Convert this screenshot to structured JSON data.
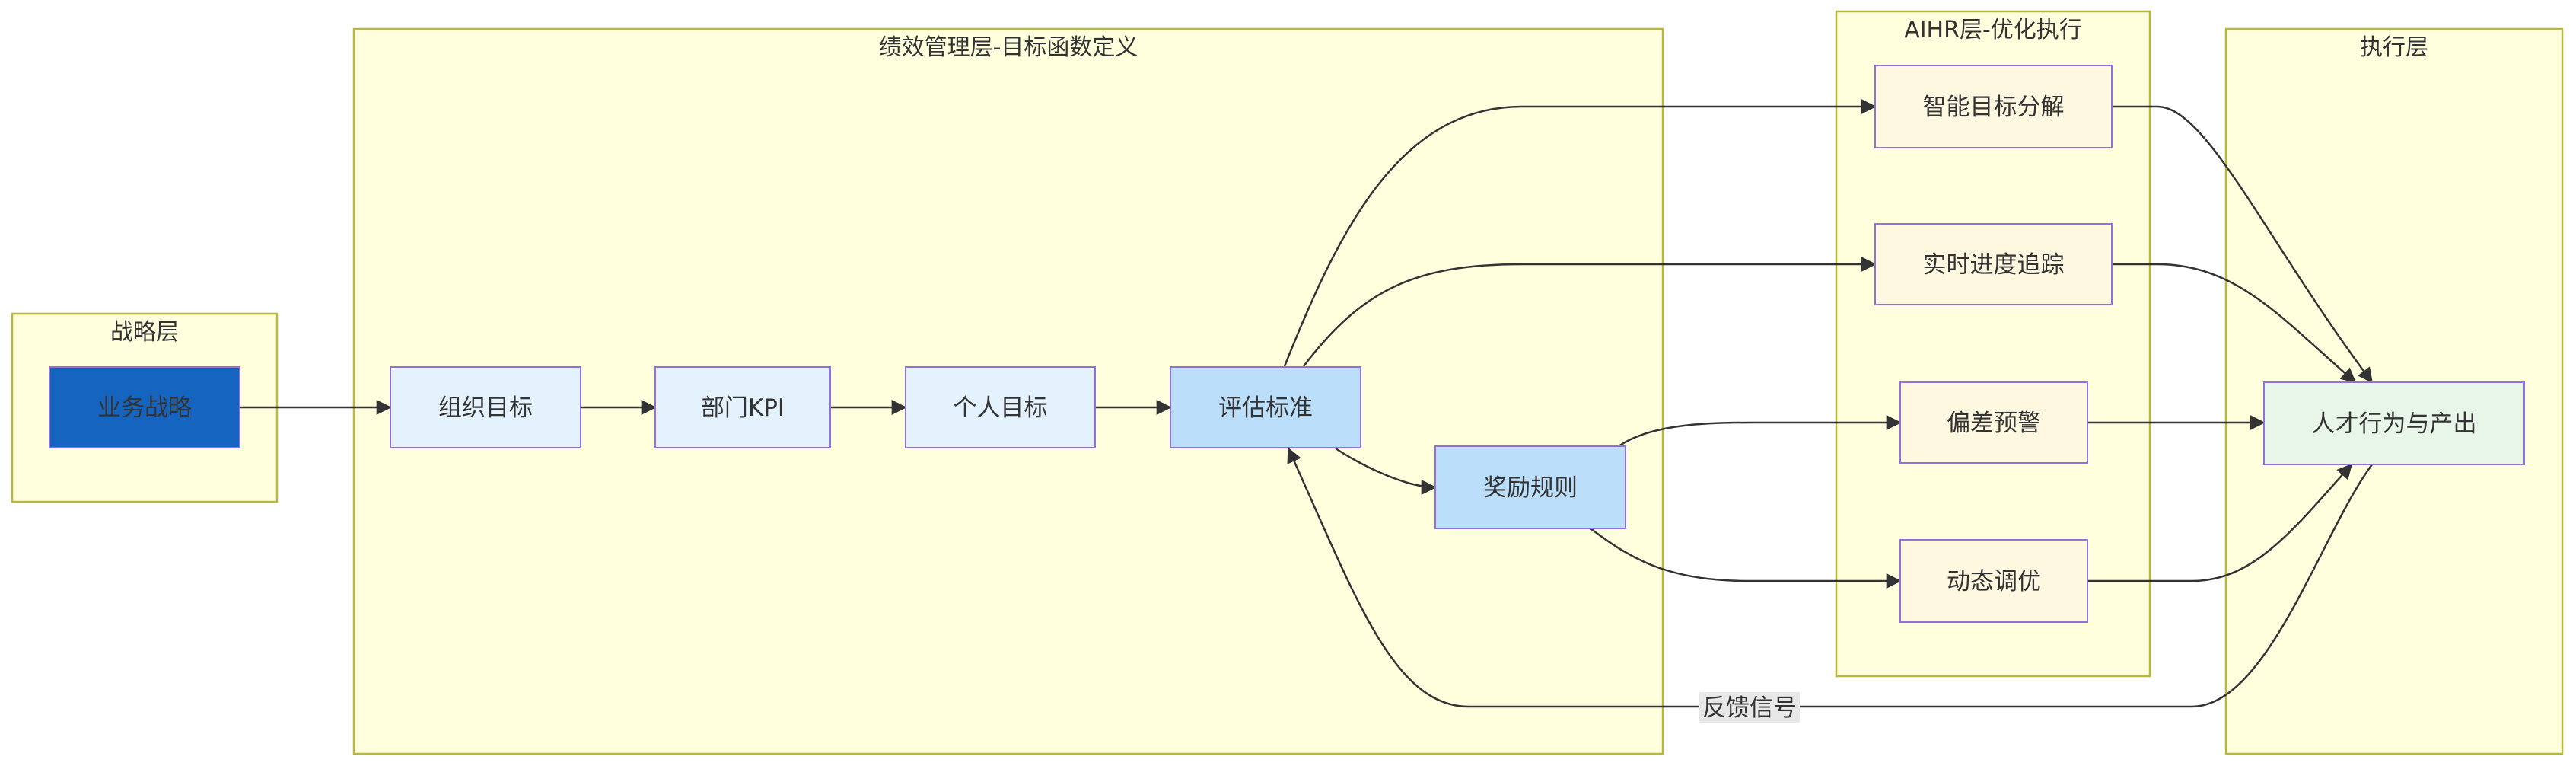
{
  "clusters": {
    "strategy": {
      "label": "战略层"
    },
    "performance": {
      "label": "绩效管理层-目标函数定义"
    },
    "aihr": {
      "label": "AIHR层-优化执行"
    },
    "execution": {
      "label": "执行层"
    }
  },
  "nodes": {
    "business_strategy": {
      "label": "业务战略",
      "fill": "#1565c0",
      "text_color": "#ffffff"
    },
    "org_goal": {
      "label": "组织目标",
      "fill": "#e3f2fd"
    },
    "dept_kpi": {
      "label": "部门KPI",
      "fill": "#e3f2fd"
    },
    "personal_goal": {
      "label": "个人目标",
      "fill": "#e3f2fd"
    },
    "eval_standard": {
      "label": "评估标准",
      "fill": "#bbdefb"
    },
    "reward_rules": {
      "label": "奖励规则",
      "fill": "#bbdefb"
    },
    "goal_decomp": {
      "label": "智能目标分解",
      "fill": "#fff8e1"
    },
    "progress_tracking": {
      "label": "实时进度追踪",
      "fill": "#fff8e1"
    },
    "deviation_alert": {
      "label": "偏差预警",
      "fill": "#fff8e1"
    },
    "dynamic_tuning": {
      "label": "动态调优",
      "fill": "#fff8e1"
    },
    "talent_output": {
      "label": "人才行为与产出",
      "fill": "#e8f5e9"
    }
  },
  "edges": {
    "feedback_label": "反馈信号"
  },
  "colors": {
    "cluster_fill": "#ffffde",
    "cluster_border": "#b8b83a",
    "node_border": "#9370db",
    "edge": "#333333"
  }
}
